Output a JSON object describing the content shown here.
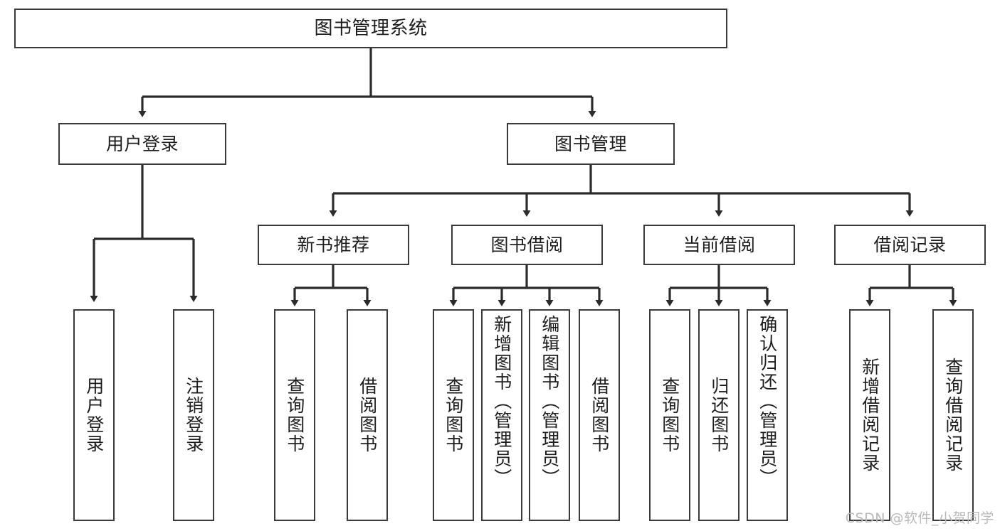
{
  "diagram": {
    "title": "图书管理系统",
    "type": "tree-hierarchy-diagram",
    "colors": {
      "box_border": "#3a3a3a",
      "box_fill": "#ffffff",
      "connector": "#2b2b2b",
      "text": "#1d1d1d",
      "watermark": "#b9b9b9"
    },
    "root": {
      "label": "图书管理系统"
    },
    "level2": [
      {
        "label": "用户登录"
      },
      {
        "label": "图书管理"
      }
    ],
    "level3": [
      {
        "label": "新书推荐"
      },
      {
        "label": "图书借阅"
      },
      {
        "label": "当前借阅"
      },
      {
        "label": "借阅记录"
      }
    ],
    "leaves": {
      "user_login": [
        {
          "label": "用户登录"
        },
        {
          "label": "注销登录"
        }
      ],
      "new_book_recommend": [
        {
          "label": "查询图书"
        },
        {
          "label": "借阅图书"
        }
      ],
      "book_borrow": [
        {
          "label": "查询图书"
        },
        {
          "label": "新增图书（管理员）"
        },
        {
          "label": "编辑图书（管理员）"
        },
        {
          "label": "借阅图书"
        }
      ],
      "current_borrow": [
        {
          "label": "查询图书"
        },
        {
          "label": "归还图书"
        },
        {
          "label": "确认归还（管理员）"
        }
      ],
      "borrow_record": [
        {
          "label": "新增借阅记录"
        },
        {
          "label": "查询借阅记录"
        }
      ]
    },
    "watermark": "CSDN @软件_小贺同学"
  }
}
